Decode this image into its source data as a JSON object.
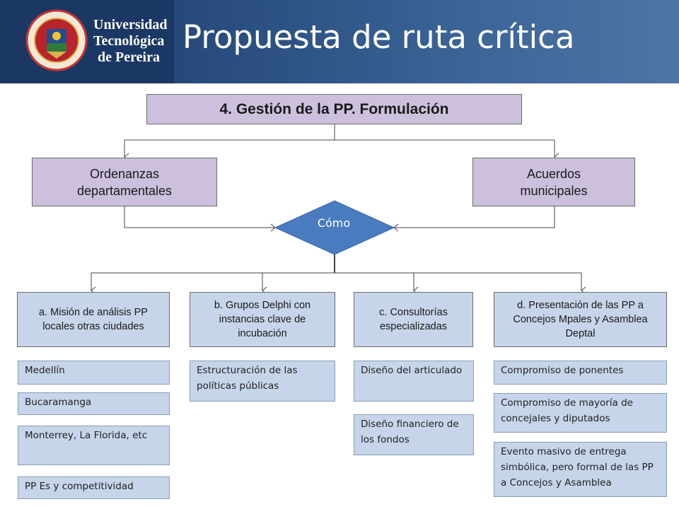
{
  "header": {
    "logo_text": [
      "Universidad",
      "Tecnológica",
      "de Pereira"
    ],
    "title": "Propuesta de ruta crítica"
  },
  "diagram": {
    "top": "4. Gestión de la PP. Formulación",
    "left": "Ordenanzas departamentales",
    "right": "Acuerdos municipales",
    "decision": "Cómo",
    "branches": [
      {
        "label": "a. Misión de análisis PP locales otras ciudades",
        "items": [
          "Medellín",
          "Bucaramanga",
          "Monterrey, La Florida, etc",
          "PP Es y competitividad"
        ]
      },
      {
        "label": "b. Grupos Delphi con instancias clave de incubación",
        "items": [
          "Estructuración de las políticas públicas"
        ]
      },
      {
        "label": "c. Consultorías especializadas",
        "items": [
          "Diseño del articulado",
          "Diseño financiero de los fondos"
        ]
      },
      {
        "label": "d. Presentación de las PP a Concejos Mpales y Asamblea Deptal",
        "items": [
          "Compromiso de ponentes",
          "Compromiso de mayoría de concejales y diputados",
          "Evento masivo de entrega simbólica, pero formal de las PP a Concejos y Asamblea"
        ]
      }
    ]
  },
  "colors": {
    "header": "#1b3763",
    "purple_box": "#ccc0dd",
    "blue_box": "#c7d5ea",
    "diamond": "#4a7bbf"
  }
}
